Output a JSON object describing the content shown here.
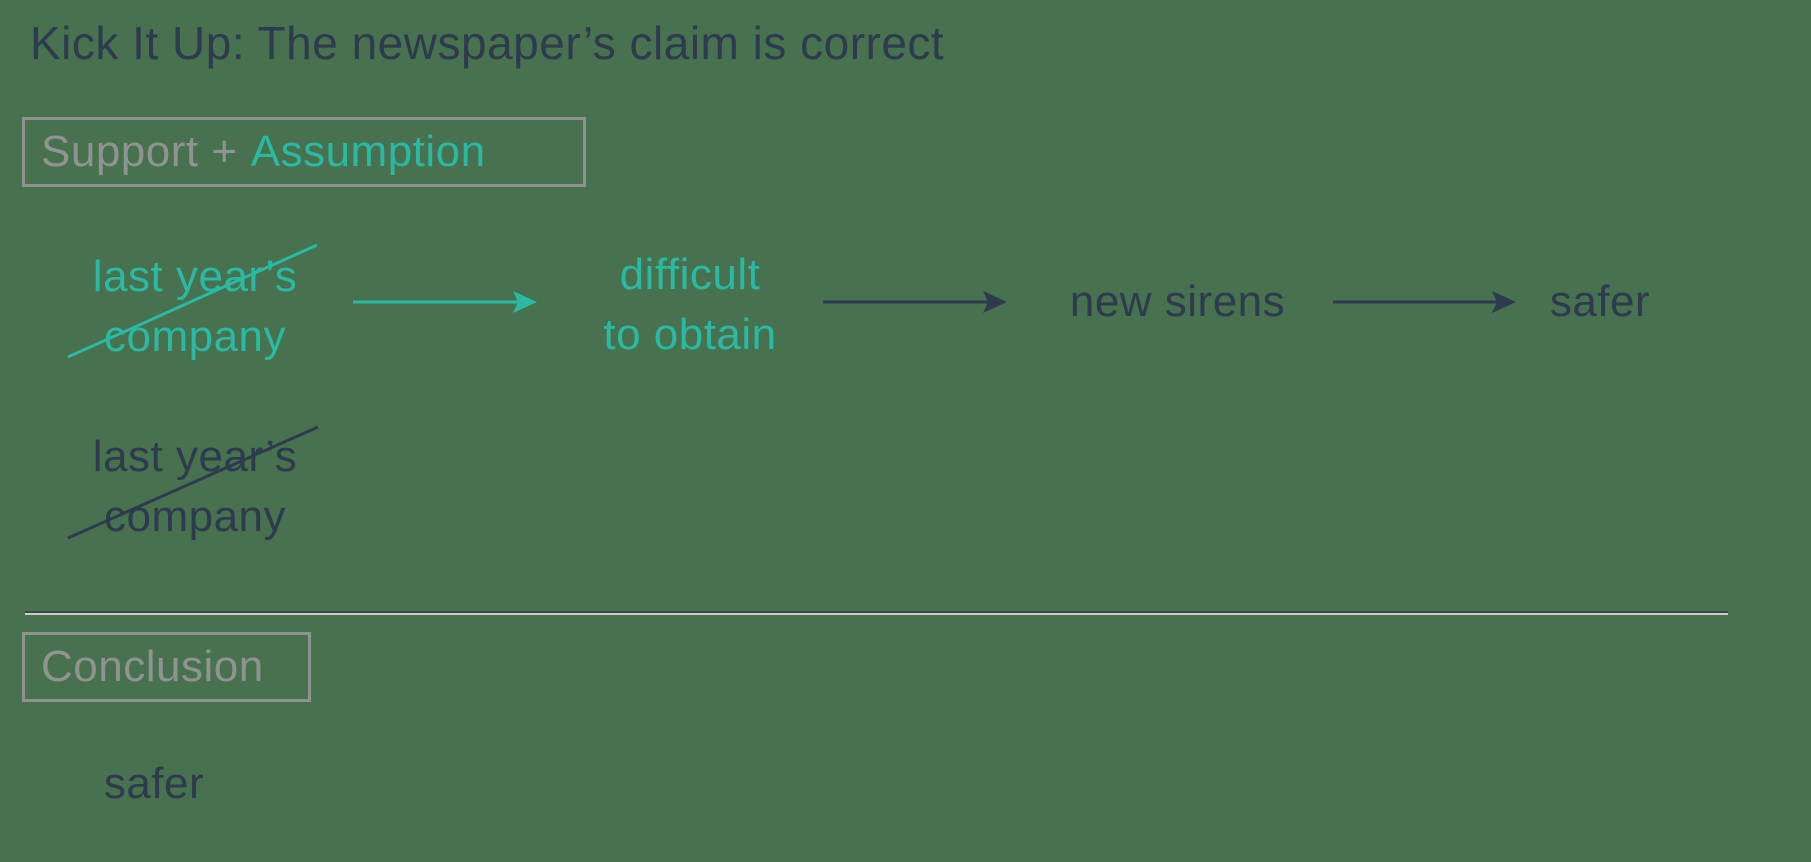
{
  "title": "Kick It Up: The newspaper’s claim is correct",
  "support": {
    "box_label_part1": "Support +",
    "box_label_part2": "Assumption",
    "row1": {
      "node1": {
        "line1": "last year’s",
        "line2": "company",
        "struck": true
      },
      "node2": {
        "line1": "difficult",
        "line2": "to obtain"
      },
      "node3": "new sirens",
      "node4": "safer"
    },
    "row2": {
      "node1": {
        "line1": "last year’s",
        "line2": "company",
        "struck": true
      }
    }
  },
  "conclusion": {
    "box_label": "Conclusion",
    "node1": "safer"
  },
  "colors": {
    "background": "#47714f",
    "navy": "#2e3a4d",
    "teal": "#2ab9a2",
    "gray": "#909491",
    "box_border": "#8e938f",
    "divider_dark": "#3e454d",
    "divider_light": "#c9cec9"
  }
}
